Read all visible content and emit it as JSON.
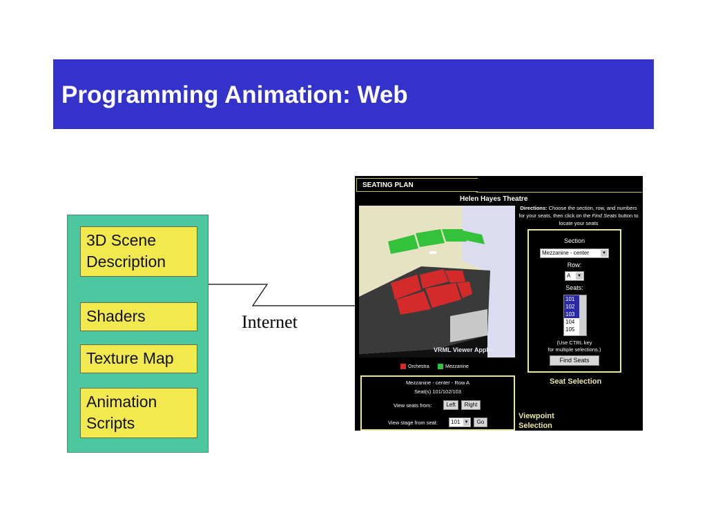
{
  "slide": {
    "title": "Programming Animation: Web",
    "boxes": [
      "3D Scene\nDescription",
      "Shaders",
      "Texture Map",
      "Animation\nScripts"
    ],
    "internet_label": "Internet"
  },
  "applet": {
    "header": "SEATING PLAN",
    "theatre": "Helen Hayes Theatre",
    "directions_bold": "Directions:",
    "directions_a": " Choose the section, row, and numbers for your seats, then click on the ",
    "directions_italic": "Find Seats",
    "directions_b": " button to locate your seats",
    "viewer_label": "VRML Viewer Applet",
    "legend": [
      {
        "label": "Orchestra",
        "color": "#d42a2a"
      },
      {
        "label": "Mezzanine",
        "color": "#33c23a"
      }
    ],
    "seat_panel": {
      "section_label": "Section",
      "section_value": "Mezzanine - center",
      "row_label": "Row:",
      "row_value": "A",
      "seats_label": "Seats:",
      "seats": [
        "101",
        "102",
        "103",
        "104",
        "105"
      ],
      "selected_seats": [
        "101",
        "102",
        "103"
      ],
      "hint_1": "(Use CTRL key",
      "hint_2": "for multiple selections.)",
      "find_button": "Find Seats"
    },
    "seat_selection_label": "Seat Selection",
    "viewpoint_panel": {
      "line1": "Mezzanine - center - Row A",
      "line2": "Seat(s) 101/102/103",
      "view_seats_from": "View seats from:",
      "left_button": "Left",
      "right_button": "Right",
      "view_stage_from": "View stage from seat:",
      "stage_seat_value": "101",
      "go_button": "Go"
    },
    "viewpoint_label_1": "Viewpoint",
    "viewpoint_label_2": "Selection"
  }
}
